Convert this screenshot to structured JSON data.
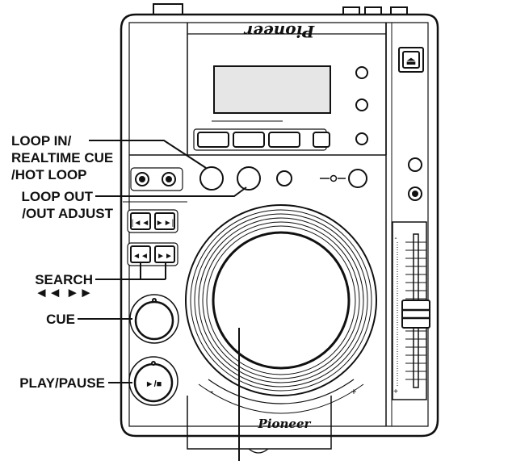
{
  "device": {
    "brand": "Pioneer",
    "brand_top_mirrored": "Pioneer",
    "eject_symbol": "⏏",
    "play_pause_symbol": "►/■",
    "jog_minus": "-",
    "jog_plus": "+",
    "pitch_minus": "-",
    "pitch_plus": "+"
  },
  "callouts": {
    "loop_in_line1": "LOOP IN/",
    "loop_in_line2": "REALTIME CUE",
    "loop_in_line3": "/HOT LOOP",
    "loop_out_line1": "LOOP OUT",
    "loop_out_line2": "/OUT ADJUST",
    "search_line1": "SEARCH",
    "search_line2": "◄◄  ►►",
    "cue": "CUE",
    "play_pause": "PLAY/PAUSE"
  },
  "colors": {
    "ink": "#111111",
    "body": "#ffffff",
    "display": "#e6e6e6"
  }
}
